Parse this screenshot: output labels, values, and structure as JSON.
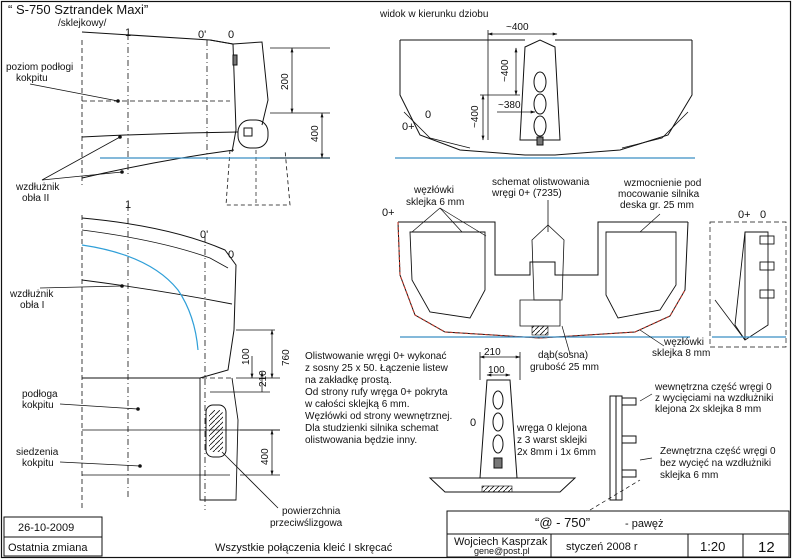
{
  "title": {
    "main": "“ S-750 Sztrandek Maxi”",
    "sub": "/sklejkowy/"
  },
  "side_view": {
    "frame_labels": [
      "1",
      "0'",
      "0"
    ],
    "labels": {
      "cockpit_floor_level": [
        "poziom podłogi",
        "kokpitu"
      ],
      "chine_2": [
        "wzdłużnik",
        "obła II"
      ],
      "chine_1": [
        "wzdłużnik",
        "obła I"
      ],
      "cockpit_floor": [
        "podłoga",
        "kokpitu"
      ],
      "cockpit_seats": [
        "siedzenia",
        "kokpitu"
      ],
      "planing_surface": [
        "powierzchnia",
        "przeciwślizgowa"
      ]
    },
    "dims": {
      "d200": "200",
      "d400a": "400",
      "d760": "760",
      "d100": "100",
      "d210": "210",
      "d400b": "400"
    }
  },
  "bow_view": {
    "caption": "widok w kierunku dziobu",
    "dims": {
      "w400": "~400",
      "h400a": "~400",
      "h400b": "~400",
      "w380": "~380"
    },
    "frame_labels": [
      "0+",
      "0"
    ]
  },
  "frame_detail": {
    "caption": [
      "schemat olistwowania",
      "wręgi 0+  (7235)"
    ],
    "gussets_label": [
      "węzłówki",
      "sklejka 6 mm"
    ],
    "reinforcement": [
      "wzmocnienie pod",
      "mocowanie silnika",
      "deska gr. 25 mm"
    ],
    "oak": [
      "dąb(sosna)",
      "grubość 25 mm"
    ],
    "gussets_8": [
      "węzłówki",
      "sklejka 8 mm"
    ],
    "labels": [
      "0+",
      "0+",
      "0"
    ]
  },
  "notes": {
    "lines": [
      "Olistwowanie wręgi 0+ wykonać",
      "z sosny 25 x 50. Łączenie listew",
      "na zakładkę prostą.",
      "Od strony rufy wręga 0+ pokryta",
      "w całości sklejką 6 mm.",
      "Węzłówki od strony wewnętrznej.",
      "Dla studzienki silnika schemat",
      "olistwowania będzie inny."
    ]
  },
  "transom": {
    "dims": {
      "d210": "210",
      "d100": "100"
    },
    "label_0": "0",
    "caption": [
      "wręga 0 klejona",
      "z 3 warst sklejki",
      "2x 8mm i 1x 6mm"
    ]
  },
  "section": {
    "inner": [
      "wewnętrzna część wręgi 0",
      "z wycięciami na wzdłużniki",
      "klejona 2x sklejka 8 mm"
    ],
    "outer": [
      "Zewnętrzna część wręgi 0",
      "bez wycięć na wzdłużniki",
      "sklejka 6 mm"
    ]
  },
  "footer": {
    "date": "26-10-2009",
    "last_change": "Ostatnia zmiana",
    "joints_note": "Wszystkie połączenia kleić I skręcać",
    "project": "“@ - 750”",
    "part": "- pawęż",
    "author": "Wojciech Kasprzak",
    "email": "gene@post.pl",
    "month": "styczeń  2008 r",
    "scale": "1:20",
    "sheet": "12"
  },
  "colors": {
    "waterline": "#3a8fc4",
    "chine": "#2f9fd8",
    "batten": "#c0392b",
    "ink": "#111111"
  }
}
